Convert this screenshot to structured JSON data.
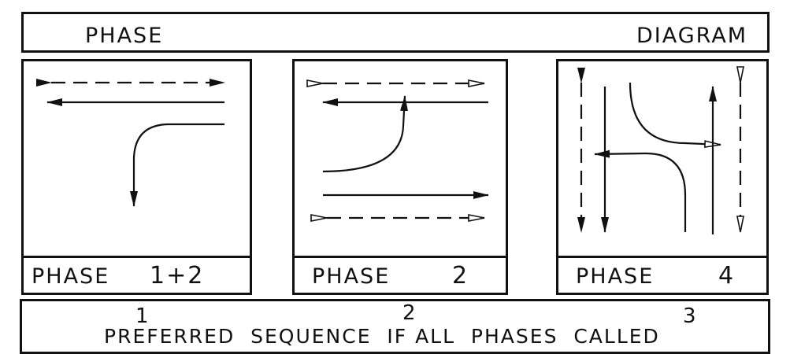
{
  "header": {
    "left_title": "PHASE",
    "right_title": "DIAGRAM"
  },
  "phases": [
    {
      "label": "PHASE",
      "number": "1+2"
    },
    {
      "label": "PHASE",
      "number": "2"
    },
    {
      "label": "PHASE",
      "number": "4"
    }
  ],
  "sequence": {
    "text": "PREFERRED  SEQUENCE  IF ALL  PHASES  CALLED",
    "order": [
      "1",
      "2",
      "3"
    ]
  }
}
